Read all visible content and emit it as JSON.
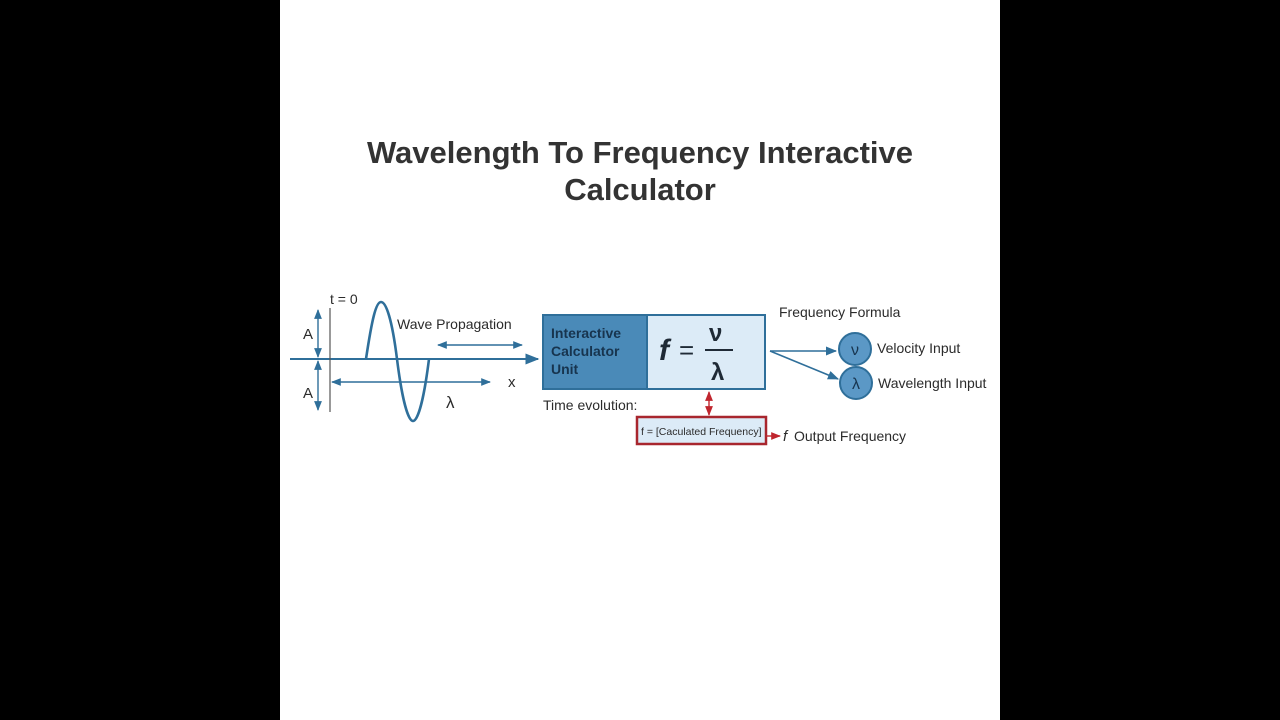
{
  "title_line1": "Wavelength To Frequency Interactive",
  "title_line2": "Calculator",
  "wave": {
    "t_label": "t = 0",
    "amplitude_top": "A",
    "amplitude_bottom": "A",
    "propagation_label": "Wave Propagation",
    "x_label": "x",
    "lambda_label": "λ"
  },
  "calculator": {
    "unit_line1": "Interactive",
    "unit_line2": "Calculator",
    "unit_line3": "Unit",
    "formula_f": "f",
    "formula_eq": "=",
    "formula_num": "ν",
    "formula_den": "λ"
  },
  "formula_label": "Frequency Formula",
  "inputs": [
    {
      "symbol": "ν",
      "label": "Velocity Input"
    },
    {
      "symbol": "λ",
      "label": "Wavelength Input"
    }
  ],
  "time_evolution_label": "Time evolution:",
  "output": {
    "box_text": "f = [Caculated Frequency]",
    "label_symbol": "f",
    "label_text": "Output Frequency"
  },
  "colors": {
    "wave_blue": "#2f6f9a",
    "unit_fill": "#4a8ab8",
    "formula_fill": "#dcebf7",
    "output_border": "#a8262e",
    "output_arrow": "#c0262e"
  }
}
